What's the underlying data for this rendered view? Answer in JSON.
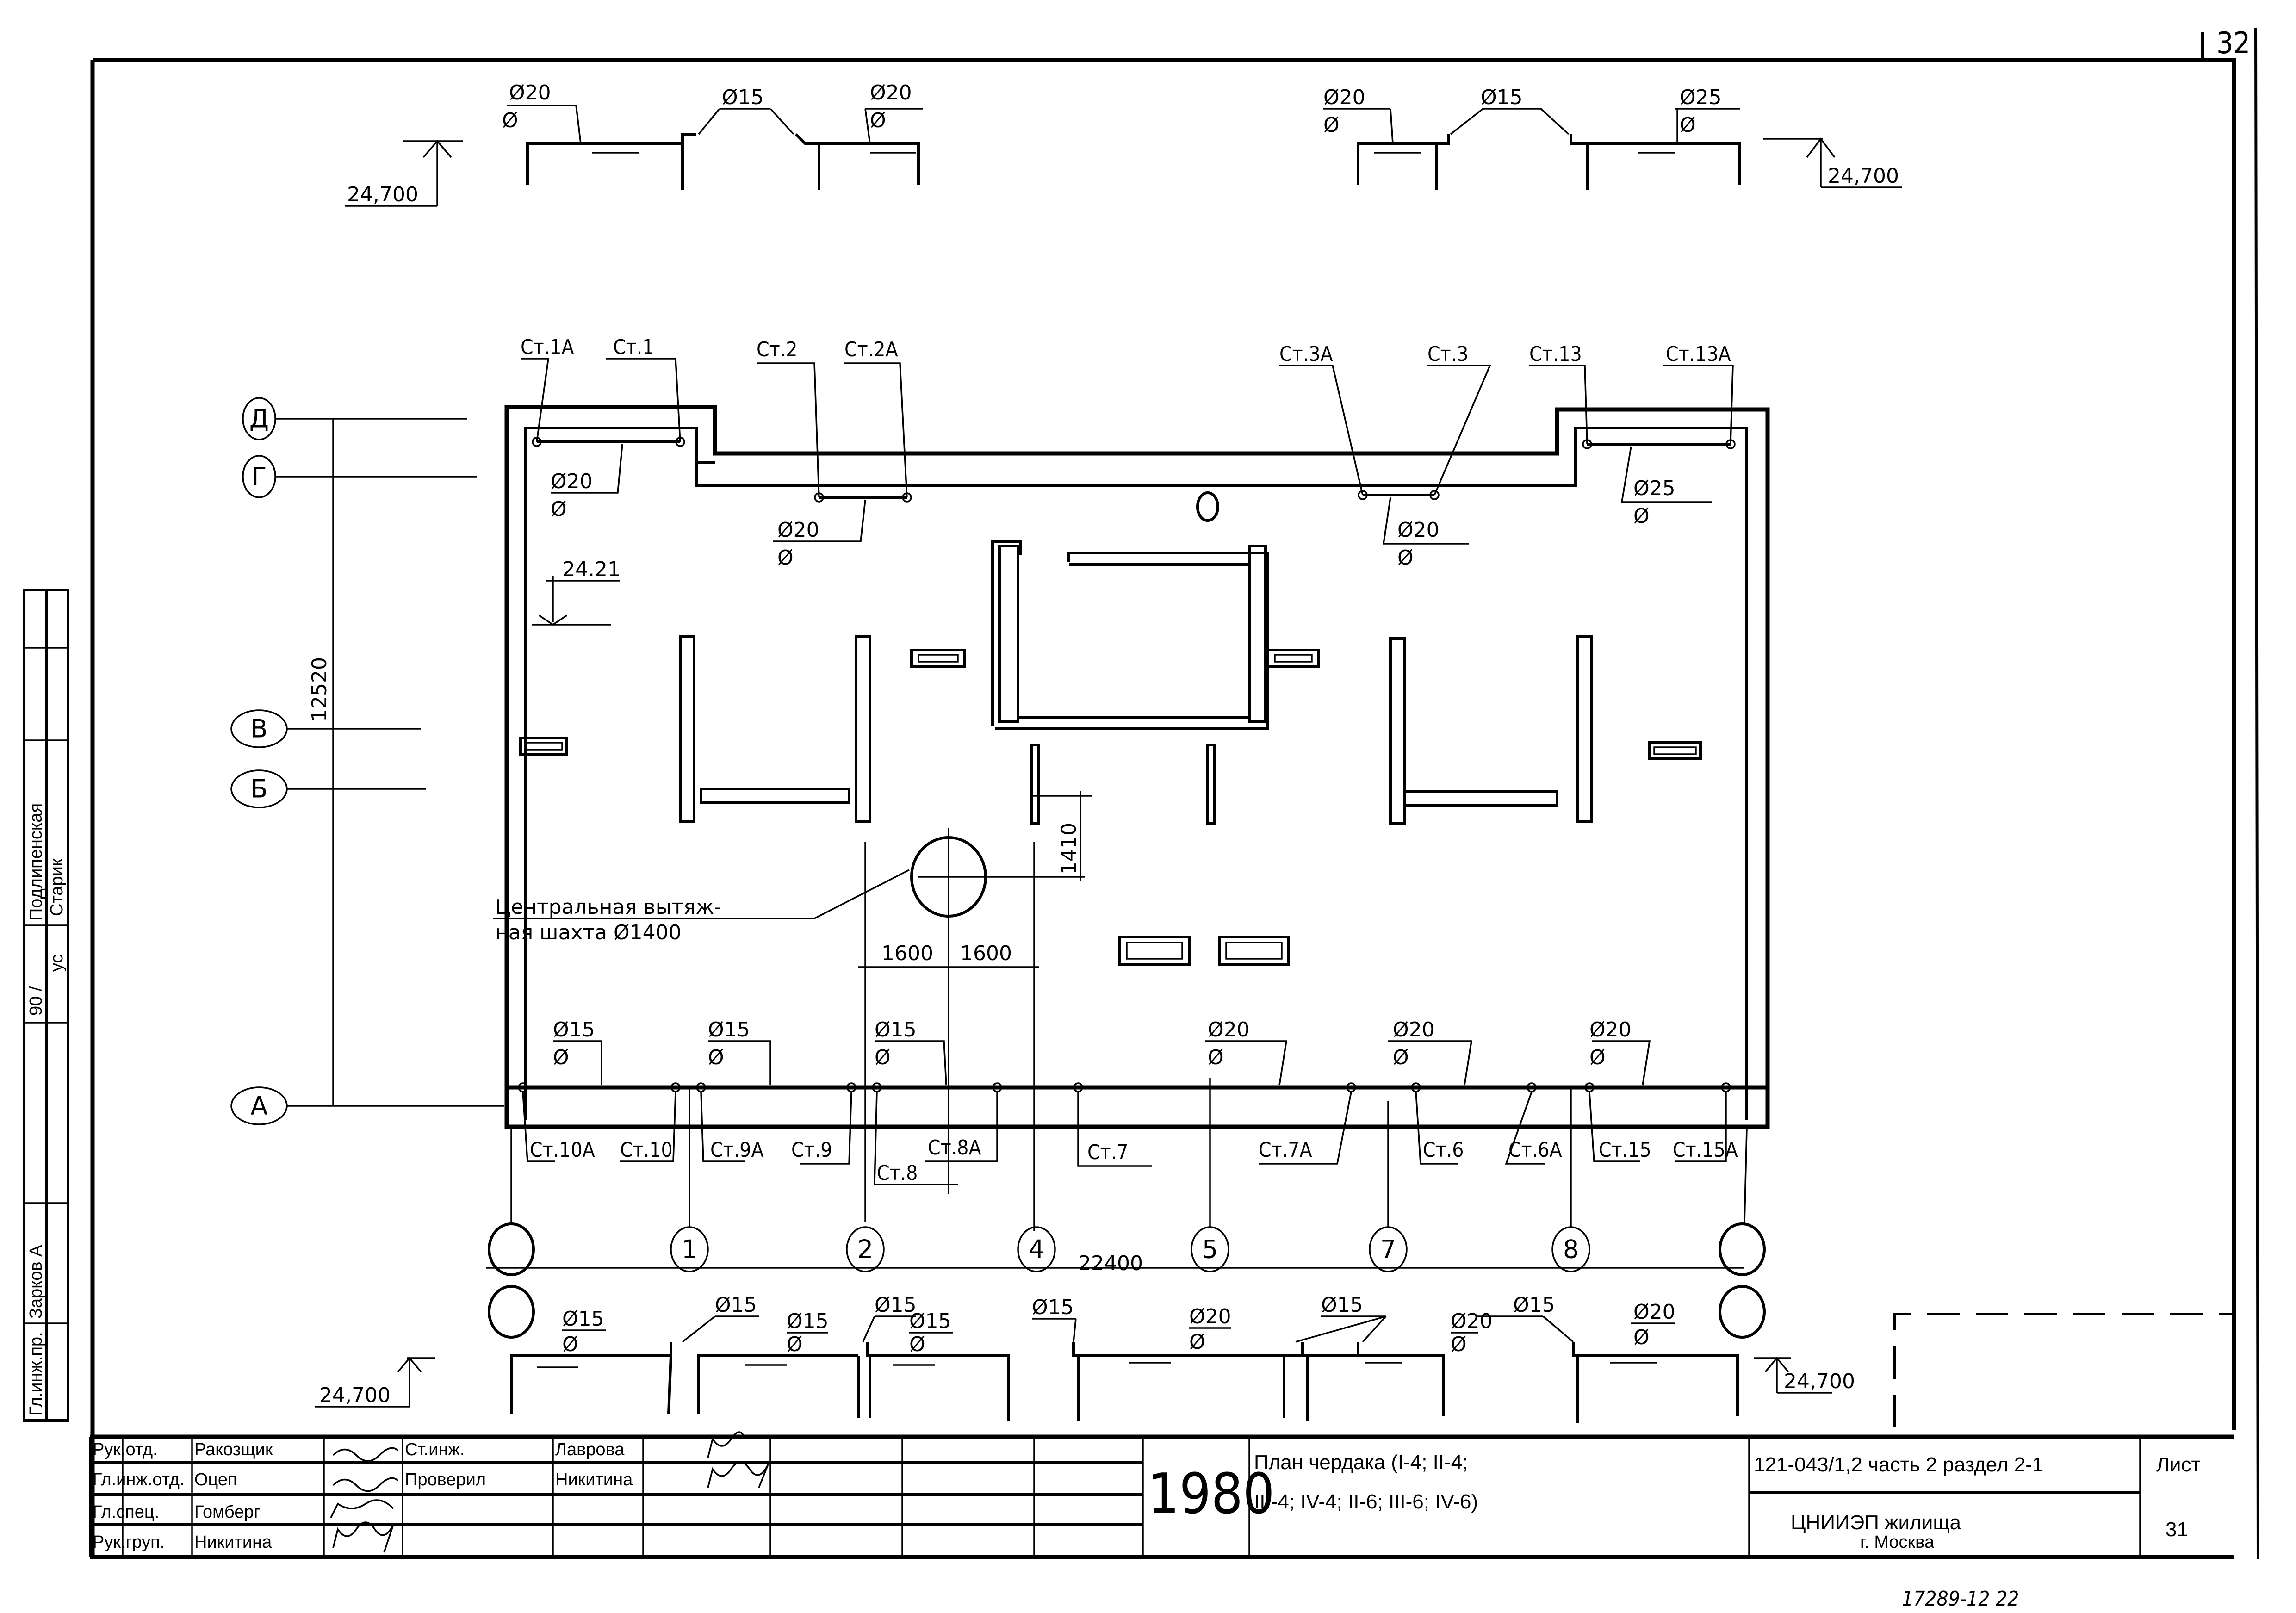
{
  "sheet": {
    "sheet_corner_number": "32",
    "title_line_1": "План чердака (I-4; II-4;",
    "title_line_2": "III-4; IV-4; II-6; III-6; IV-6)",
    "year": "1980",
    "project_code": "121-043/1,2 часть 2 раздел 2-1",
    "organization": "ЦНИИЭП жилища",
    "city": "г. Москва",
    "sheet_label": "Лист",
    "sheet_number": "31",
    "bottom_stamp": "17289-12 22"
  },
  "plan": {
    "axes_rows": [
      "Д",
      "Г",
      "В",
      "Б",
      "А"
    ],
    "axes_columns": [
      "",
      "1",
      "2",
      "4",
      "5",
      "7",
      "8",
      ""
    ],
    "overall_height_dim": "12520",
    "overall_width_dim": "22400",
    "level_mark": "24.21",
    "shaft_offset_dim": "1410",
    "shaft_dim_left": "1600",
    "shaft_dim_right": "1600",
    "shaft_note_line_1": "Центральная вытяж-",
    "shaft_note_line_2": "ная шахта Ø1400",
    "top_risers": [
      "Ст.1А",
      "Ст.1",
      "Ст.2",
      "Ст.2А",
      "Ст.3А",
      "Ст.3",
      "Ст.13",
      "Ст.13А"
    ],
    "bottom_risers": [
      "Ст.10А",
      "Ст.10",
      "Ст.9А",
      "Ст.9",
      "Ст.8",
      "Ст.8А",
      "Ст.7",
      "Ст.7А",
      "Ст.6",
      "Ст.6А",
      "Ст.15",
      "Ст.15А"
    ],
    "top_pipe_labels": [
      {
        "d": "Ø20",
        "s": "Ø"
      },
      {
        "d": "Ø20",
        "s": "Ø"
      },
      {
        "d": "Ø20",
        "s": "Ø"
      },
      {
        "d": "Ø25",
        "s": "Ø"
      }
    ],
    "bottom_pipe_labels": [
      {
        "d": "Ø15",
        "s": "Ø"
      },
      {
        "d": "Ø15",
        "s": "Ø"
      },
      {
        "d": "Ø15",
        "s": "Ø"
      },
      {
        "d": "Ø20",
        "s": "Ø"
      },
      {
        "d": "Ø20",
        "s": "Ø"
      },
      {
        "d": "Ø20",
        "s": "Ø"
      }
    ]
  },
  "schemes": {
    "level": "24,700",
    "top_left": [
      "Ø20",
      "Ø",
      "Ø15",
      "Ø20",
      "Ø"
    ],
    "top_right": [
      "Ø20",
      "Ø",
      "Ø15",
      "Ø25",
      "Ø"
    ],
    "bottom": [
      "Ø15",
      "Ø",
      "Ø15",
      "Ø15",
      "Ø",
      "Ø15",
      "Ø15",
      "Ø",
      "Ø15",
      "Ø20",
      "Ø",
      "Ø15",
      "Ø20",
      "Ø",
      "Ø15",
      "Ø20",
      "Ø"
    ]
  },
  "side_stamp": {
    "cells": [
      "Гл.инж.пр.",
      "Зарков А",
      "90 /",
      "ус",
      "Подлипенская",
      "Старик"
    ]
  },
  "title_block": {
    "rows": [
      {
        "role": "Рук.отд.",
        "name": "Ракозщик",
        "role2": "Ст.инж.",
        "name2": "Лаврова"
      },
      {
        "role": "Гл.инж.отд.",
        "name": "Оцеп",
        "role2": "Проверил",
        "name2": "Никитина"
      },
      {
        "role": "Гл.спец.",
        "name": "Гомберг",
        "role2": "",
        "name2": ""
      },
      {
        "role": "Рук.груп.",
        "name": "Никитина",
        "role2": "",
        "name2": ""
      }
    ],
    "signatures": [
      "~",
      "~",
      "~",
      "~",
      "~",
      "~"
    ]
  }
}
